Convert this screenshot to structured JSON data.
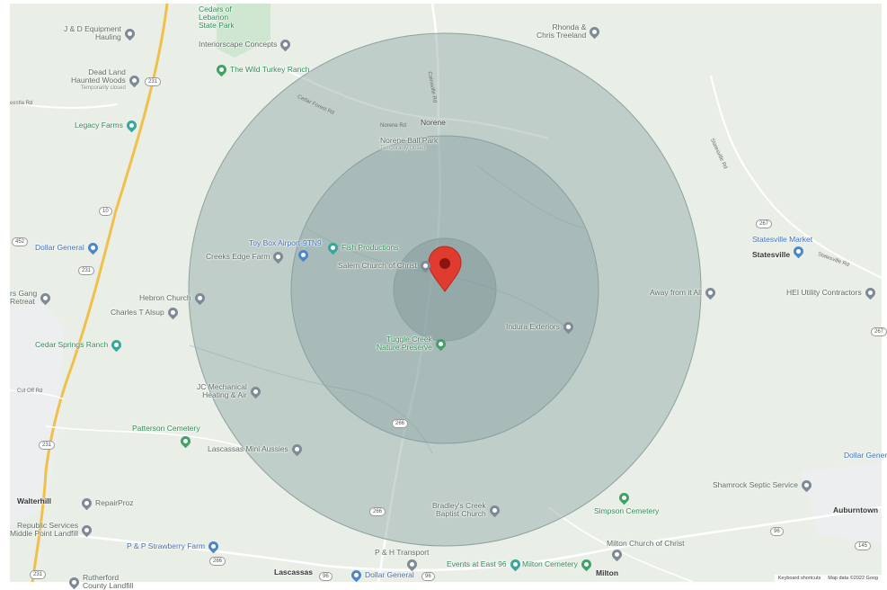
{
  "map": {
    "accent_radius_fill": "#8ea6a4",
    "marker_color": "#e03b2f",
    "points_of_interest": [
      {
        "key": "jd",
        "name": "J & D Equipment\nHauling",
        "icon": "gray-pin-icon"
      },
      {
        "key": "cedars",
        "name": "Cedars of\nLebanon\nState Park",
        "icon": "none"
      },
      {
        "key": "interiorscape",
        "name": "Interiorscape Concepts",
        "icon": "gray-pin-icon"
      },
      {
        "key": "turkey",
        "name": "The Wild Turkey Ranch",
        "icon": "green-park-icon"
      },
      {
        "key": "deadland",
        "name": "Dead Land\nHaunted Woods",
        "sub": "Temporarily closed",
        "icon": "gray-pin-icon"
      },
      {
        "key": "rhonda",
        "name": "Rhonda &\nChris Treeland",
        "icon": "gray-pin-icon"
      },
      {
        "key": "legacy",
        "name": "Legacy Farms",
        "icon": "teal-pin-icon"
      },
      {
        "key": "noreneball",
        "name": "Norene Ball Park",
        "sub": "Temporarily closed",
        "icon": "none"
      },
      {
        "key": "dollar1",
        "name": "Dollar General",
        "icon": "blue-pin-icon"
      },
      {
        "key": "toybox",
        "name": "Toy Box Airport-9TN9",
        "icon": "none"
      },
      {
        "key": "fish",
        "name": "Fish Productions",
        "icon": "teal-pin-icon"
      },
      {
        "key": "creeks",
        "name": "Creeks Edge Farm",
        "icon": "gray-pin-icon"
      },
      {
        "key": "airport",
        "name": "",
        "icon": "blue-plane-icon"
      },
      {
        "key": "salem",
        "name": "Salem Church of Christ",
        "icon": "gray-pin-icon"
      },
      {
        "key": "statesvillemkt",
        "name": "Statesville Market",
        "icon": "blue-pin-icon"
      },
      {
        "key": "gang",
        "name": "rs Gang\nRetreat",
        "icon": "gray-pin-icon"
      },
      {
        "key": "hebron",
        "name": "Hebron Church",
        "icon": "gray-pin-icon"
      },
      {
        "key": "alsup",
        "name": "Charles T Alsup",
        "icon": "gray-pin-icon"
      },
      {
        "key": "away",
        "name": "Away from it All",
        "icon": "gray-pin-icon"
      },
      {
        "key": "hei",
        "name": "HEI Utility Contractors",
        "icon": "gray-pin-icon"
      },
      {
        "key": "indura",
        "name": "Indura Exteriors",
        "icon": "gray-pin-icon"
      },
      {
        "key": "cedarsprings",
        "name": "Cedar Springs Ranch",
        "icon": "teal-pin-icon"
      },
      {
        "key": "tuggle",
        "name": "Tuggle Creek\nNature Preserve",
        "icon": "green-park-icon"
      },
      {
        "key": "jcmech",
        "name": "JC Mechanical\nHeating & Air",
        "icon": "gray-pin-icon"
      },
      {
        "key": "patterson",
        "name": "Patterson Cemetery",
        "icon": "green-pin-icon"
      },
      {
        "key": "mini",
        "name": "Lascassas Mini Aussies",
        "icon": "gray-pin-icon"
      },
      {
        "key": "dollar2",
        "name": "Dollar Gener",
        "icon": "none"
      },
      {
        "key": "shamrock",
        "name": "Shamrock Septic Service",
        "icon": "gray-pin-icon"
      },
      {
        "key": "simpson",
        "name": "Simpson Cemetery",
        "icon": "green-pin-icon"
      },
      {
        "key": "repair",
        "name": "RepairProz",
        "icon": "gray-pin-icon"
      },
      {
        "key": "bradley",
        "name": "Bradley's Creek\nBaptist Church",
        "icon": "gray-pin-icon"
      },
      {
        "key": "republic",
        "name": "Republic Services\nMiddle Point Landfill",
        "icon": "gray-pin-icon"
      },
      {
        "key": "strawberry",
        "name": "P & P Strawberry Farm",
        "icon": "blue-pin-icon"
      },
      {
        "key": "milton_church",
        "name": "Milton Church of Christ",
        "icon": "gray-pin-icon"
      },
      {
        "key": "ph",
        "name": "P & H Transport",
        "icon": "gray-pin-icon"
      },
      {
        "key": "events",
        "name": "Events at East 96",
        "icon": "teal-pin-icon"
      },
      {
        "key": "milton_cem",
        "name": "Milton Cemetery",
        "icon": "green-pin-icon"
      },
      {
        "key": "dollar3",
        "name": "Dollar General",
        "icon": "blue-pin-icon"
      },
      {
        "key": "rutherford",
        "name": "Rutherford\nCounty Landfill",
        "icon": "gray-pin-icon"
      }
    ],
    "places": {
      "norene": "Norene",
      "statesville": "Statesville",
      "walterhill": "Walterhill",
      "auburntown": "Auburntown",
      "lascassas": "Lascassas",
      "milton": "Milton"
    },
    "roads": {
      "cedar_forest": "Cedar Forest Rd",
      "norene_rd": "Norene Rd",
      "cainsville": "Cainsville Rd",
      "statesville_rd": "Statesville Rd",
      "statesville_rd2": "Statesville Rd",
      "eestla": "eestla Rd",
      "cut_off": "Cut Off Rd",
      "sr231_a": "231",
      "sr231_b": "231",
      "sr231_c": "231",
      "sr231_d": "231",
      "sr10": "10",
      "sr452": "452",
      "sr267a": "267",
      "sr267b": "267",
      "sr266": "266",
      "sr266b": "266",
      "sr96a": "96",
      "sr96b": "96",
      "sr96c": "96",
      "sr145": "145",
      "sr266c": "266"
    },
    "attribution": {
      "shortcuts": "Keyboard shortcuts",
      "data": "Map data ©2022 Goog"
    }
  }
}
